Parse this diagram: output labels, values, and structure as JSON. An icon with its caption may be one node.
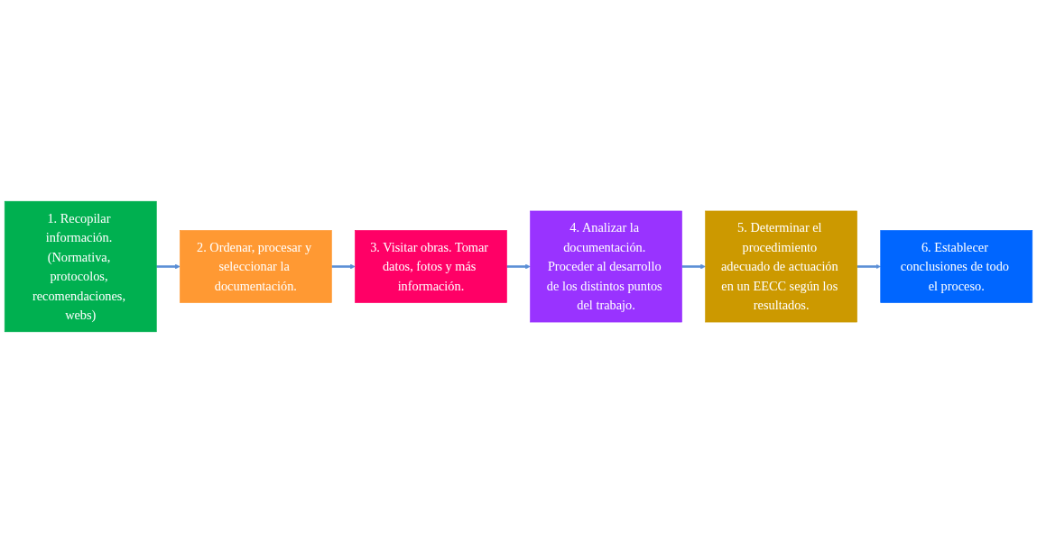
{
  "diagram": {
    "nodes": [
      {
        "text": [
          "1. Recopilar información. (Normativa, protocolos, recomendaciones, webs)"
        ]
      },
      {
        "text": [
          "2. Ordenar, procesar y seleccionar la documentación."
        ]
      },
      {
        "text": [
          "3. Visitar obras. Tomar datos, fotos y más información."
        ]
      },
      {
        "text": [
          "4. Analizar la documentación. Proceder al desarrollo de los distintos puntos del trabajo."
        ]
      },
      {
        "text": [
          "5. Determinar el procedimiento adecuado de actuación en un EECC según los resultados."
        ]
      },
      {
        "text": [
          "6. Establecer conclusiones de todo el proceso."
        ]
      }
    ],
    "edges": [
      {
        "from": 0,
        "to": 1,
        "arrow": "to"
      },
      {
        "from": 1,
        "to": 2,
        "arrow": "to"
      },
      {
        "from": 2,
        "to": 3,
        "arrow": "to"
      },
      {
        "from": 3,
        "to": 4,
        "arrow": "to"
      },
      {
        "from": 4,
        "to": 5,
        "arrow": "to"
      }
    ]
  }
}
